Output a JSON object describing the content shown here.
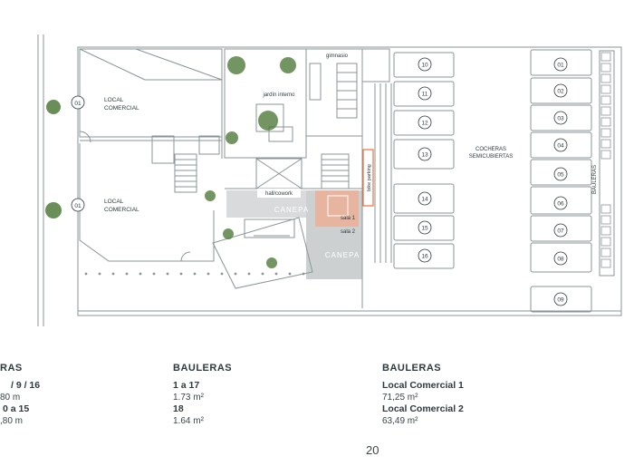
{
  "plan": {
    "local_comercial_1": {
      "number": "01",
      "label": [
        "LOCAL",
        "COMERCIAL"
      ]
    },
    "local_comercial_2": {
      "number": "01",
      "label": [
        "LOCAL",
        "COMERCIAL"
      ]
    },
    "gimnasio": "gimnasio",
    "jardin_interno": "jardín interno",
    "hall_cowork": "hall/cowork",
    "sala1": "sala 1",
    "sala2": "sala 2",
    "bike_parking": "bike parking",
    "canepa": "CANEPA",
    "cocheras": [
      "COCHERAS",
      "SEMICUBIERTAS"
    ],
    "bauleras_vertical": "BAULERAS",
    "spots_middle": [
      "10",
      "11",
      "12",
      "13",
      "14",
      "15",
      "16"
    ],
    "spots_right": [
      "01",
      "02",
      "03",
      "04",
      "05",
      "06",
      "07",
      "08",
      "09"
    ],
    "colors": {
      "line": "#8a9497",
      "accent": "#e8713e",
      "accent_fill": "#f6a585",
      "grey": "#8f9698",
      "tree": "#4f7a3a"
    }
  },
  "legend": {
    "col1": {
      "heading": "RAS",
      "l1": "/ 9 / 16",
      "l2": "80 m",
      "l3": "0 a 15",
      "l4": ",80 m"
    },
    "col2": {
      "heading": "BAULERAS",
      "b1": "1 a 17",
      "v1": "1.73 m²",
      "b2": "18",
      "v2": "1.64 m²"
    },
    "col3": {
      "heading": "BAULERAS",
      "b1": "Local Comercial 1",
      "v1": "71,25 m²",
      "b2": "Local Comercial 2",
      "v2": "63,49 m²"
    }
  },
  "page_number": "20"
}
